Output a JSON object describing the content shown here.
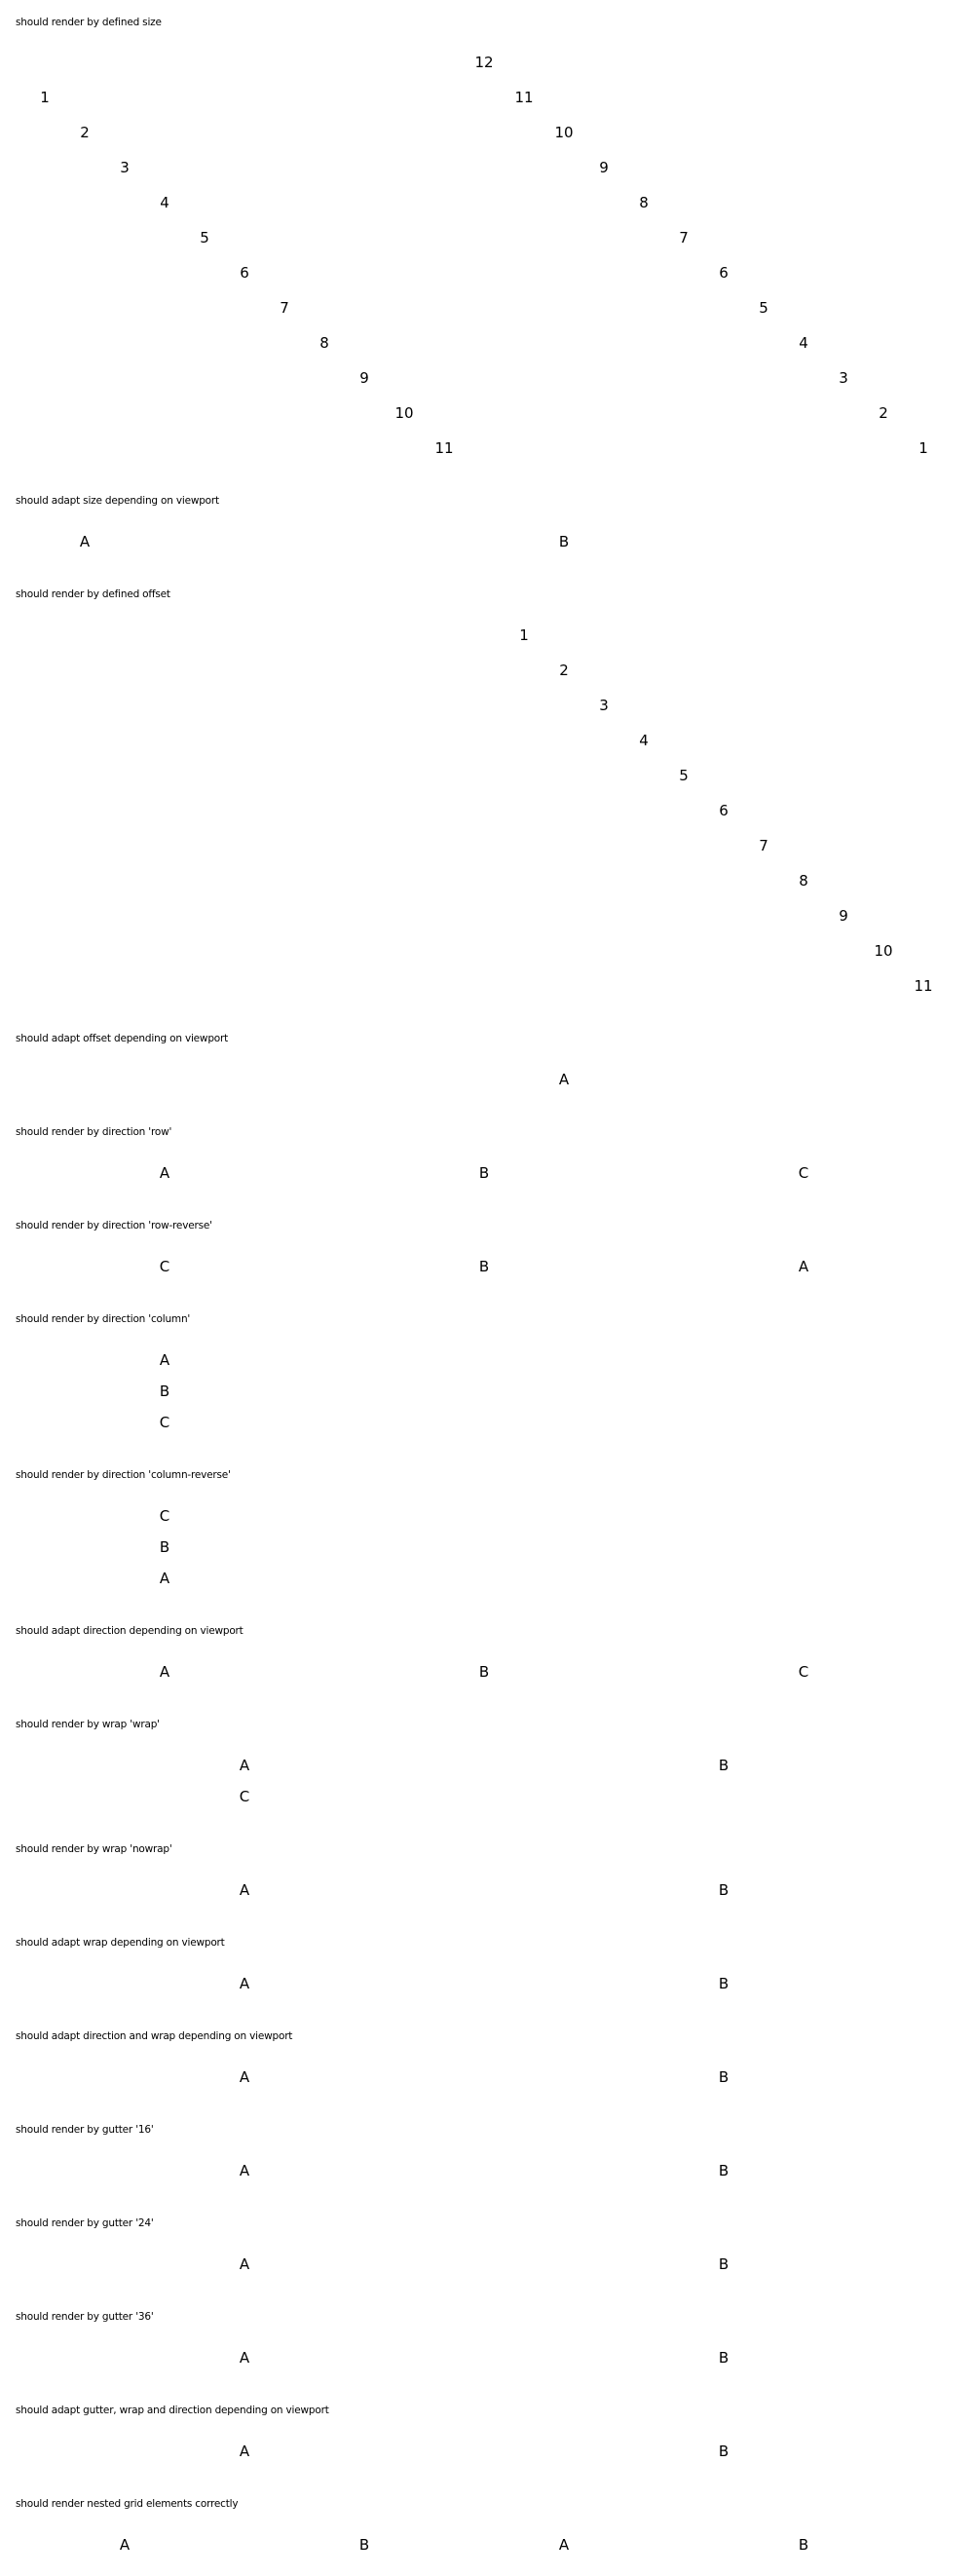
{
  "sections": [
    {
      "title": "should render by defined size",
      "items": [
        {
          "label": "12"
        },
        {
          "label": "1"
        },
        {
          "label": "11"
        },
        {
          "label": "2"
        },
        {
          "label": "10"
        },
        {
          "label": "3"
        },
        {
          "label": "9"
        },
        {
          "label": "4"
        },
        {
          "label": "8"
        },
        {
          "label": "5"
        },
        {
          "label": "7"
        },
        {
          "label": "6"
        },
        {
          "label": "6"
        },
        {
          "label": "7"
        },
        {
          "label": "5"
        },
        {
          "label": "8"
        },
        {
          "label": "4"
        },
        {
          "label": "9"
        },
        {
          "label": "3"
        },
        {
          "label": "10"
        },
        {
          "label": "2"
        },
        {
          "label": "11"
        },
        {
          "label": "1"
        }
      ]
    },
    {
      "title": "should adapt size depending on viewport",
      "items": [
        {
          "label": "A"
        },
        {
          "label": "B"
        }
      ]
    },
    {
      "title": "should render by defined offset",
      "items": [
        {
          "label": "1"
        },
        {
          "label": "2"
        },
        {
          "label": "3"
        },
        {
          "label": "4"
        },
        {
          "label": "5"
        },
        {
          "label": "6"
        },
        {
          "label": "7"
        },
        {
          "label": "8"
        },
        {
          "label": "9"
        },
        {
          "label": "10"
        },
        {
          "label": "11"
        }
      ]
    },
    {
      "title": "should adapt offset depending on viewport",
      "items": [
        {
          "label": "A"
        }
      ]
    },
    {
      "title": "should render by direction 'row'",
      "items": [
        {
          "label": "A"
        },
        {
          "label": "B"
        },
        {
          "label": "C"
        }
      ]
    },
    {
      "title": "should render by direction 'row-reverse'",
      "items": [
        {
          "label": "C"
        },
        {
          "label": "B"
        },
        {
          "label": "A"
        }
      ]
    },
    {
      "title": "should render by direction 'column'",
      "items": [
        {
          "label": "A"
        },
        {
          "label": "B"
        },
        {
          "label": "C"
        }
      ]
    },
    {
      "title": "should render by direction 'column-reverse'",
      "items": [
        {
          "label": "C"
        },
        {
          "label": "B"
        },
        {
          "label": "A"
        }
      ]
    },
    {
      "title": "should adapt direction depending on viewport",
      "items": [
        {
          "label": "A"
        },
        {
          "label": "B"
        },
        {
          "label": "C"
        }
      ]
    },
    {
      "title": "should render by wrap 'wrap'",
      "items": [
        {
          "label": "A"
        },
        {
          "label": "B"
        },
        {
          "label": "C"
        }
      ]
    },
    {
      "title": "should render by wrap 'nowrap'",
      "items": [
        {
          "label": "A"
        },
        {
          "label": "B"
        }
      ]
    },
    {
      "title": "should adapt wrap depending on viewport",
      "items": [
        {
          "label": "A"
        },
        {
          "label": "B"
        }
      ]
    },
    {
      "title": "should adapt direction and wrap depending on viewport",
      "items": [
        {
          "label": "A"
        },
        {
          "label": "B"
        }
      ]
    },
    {
      "title": "should render by gutter '16'",
      "items": [
        {
          "label": "A"
        },
        {
          "label": "B"
        }
      ]
    },
    {
      "title": "should render by gutter '24'",
      "items": [
        {
          "label": "A"
        },
        {
          "label": "B"
        }
      ]
    },
    {
      "title": "should render by gutter '36'",
      "items": [
        {
          "label": "A"
        },
        {
          "label": "B"
        }
      ]
    },
    {
      "title": "should adapt gutter, wrap and direction depending on viewport",
      "items": [
        {
          "label": "A"
        },
        {
          "label": "B"
        }
      ]
    },
    {
      "title": "should render nested grid elements correctly",
      "items": [
        {
          "label": "A"
        },
        {
          "label": "B"
        },
        {
          "label": "A"
        },
        {
          "label": "B"
        }
      ]
    }
  ]
}
